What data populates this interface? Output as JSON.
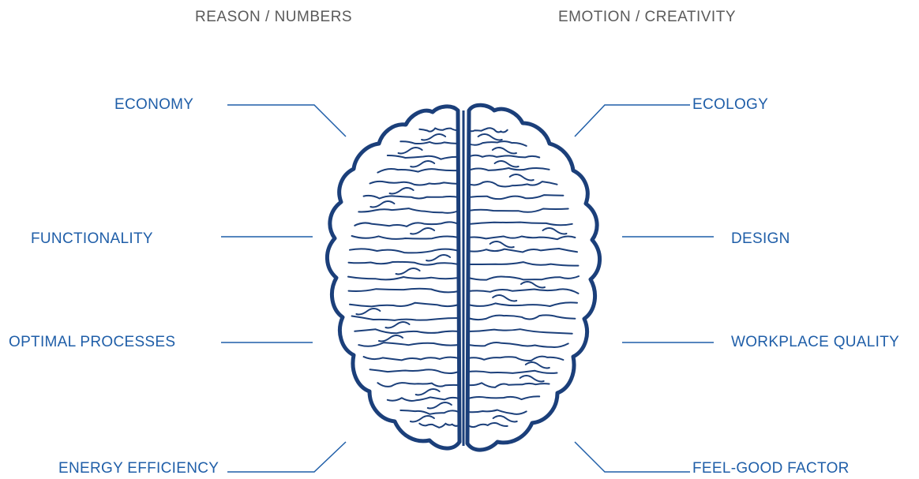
{
  "headings": {
    "left": "REASON / NUMBERS",
    "right": "EMOTION / CREATIVITY"
  },
  "left_labels": [
    "ECONOMY",
    "FUNCTIONALITY",
    "OPTIMAL PROCESSES",
    "ENERGY EFFICIENCY"
  ],
  "right_labels": [
    "ECOLOGY",
    "DESIGN",
    "WORKPLACE QUALITY",
    "FEEL-GOOD FACTOR"
  ],
  "colors": {
    "label": "#1f5ea8",
    "heading": "#5a5a5a",
    "connector": "#1f5ea8",
    "brain_outline": "#1b3f7a"
  },
  "illustration": "brain-top-view"
}
